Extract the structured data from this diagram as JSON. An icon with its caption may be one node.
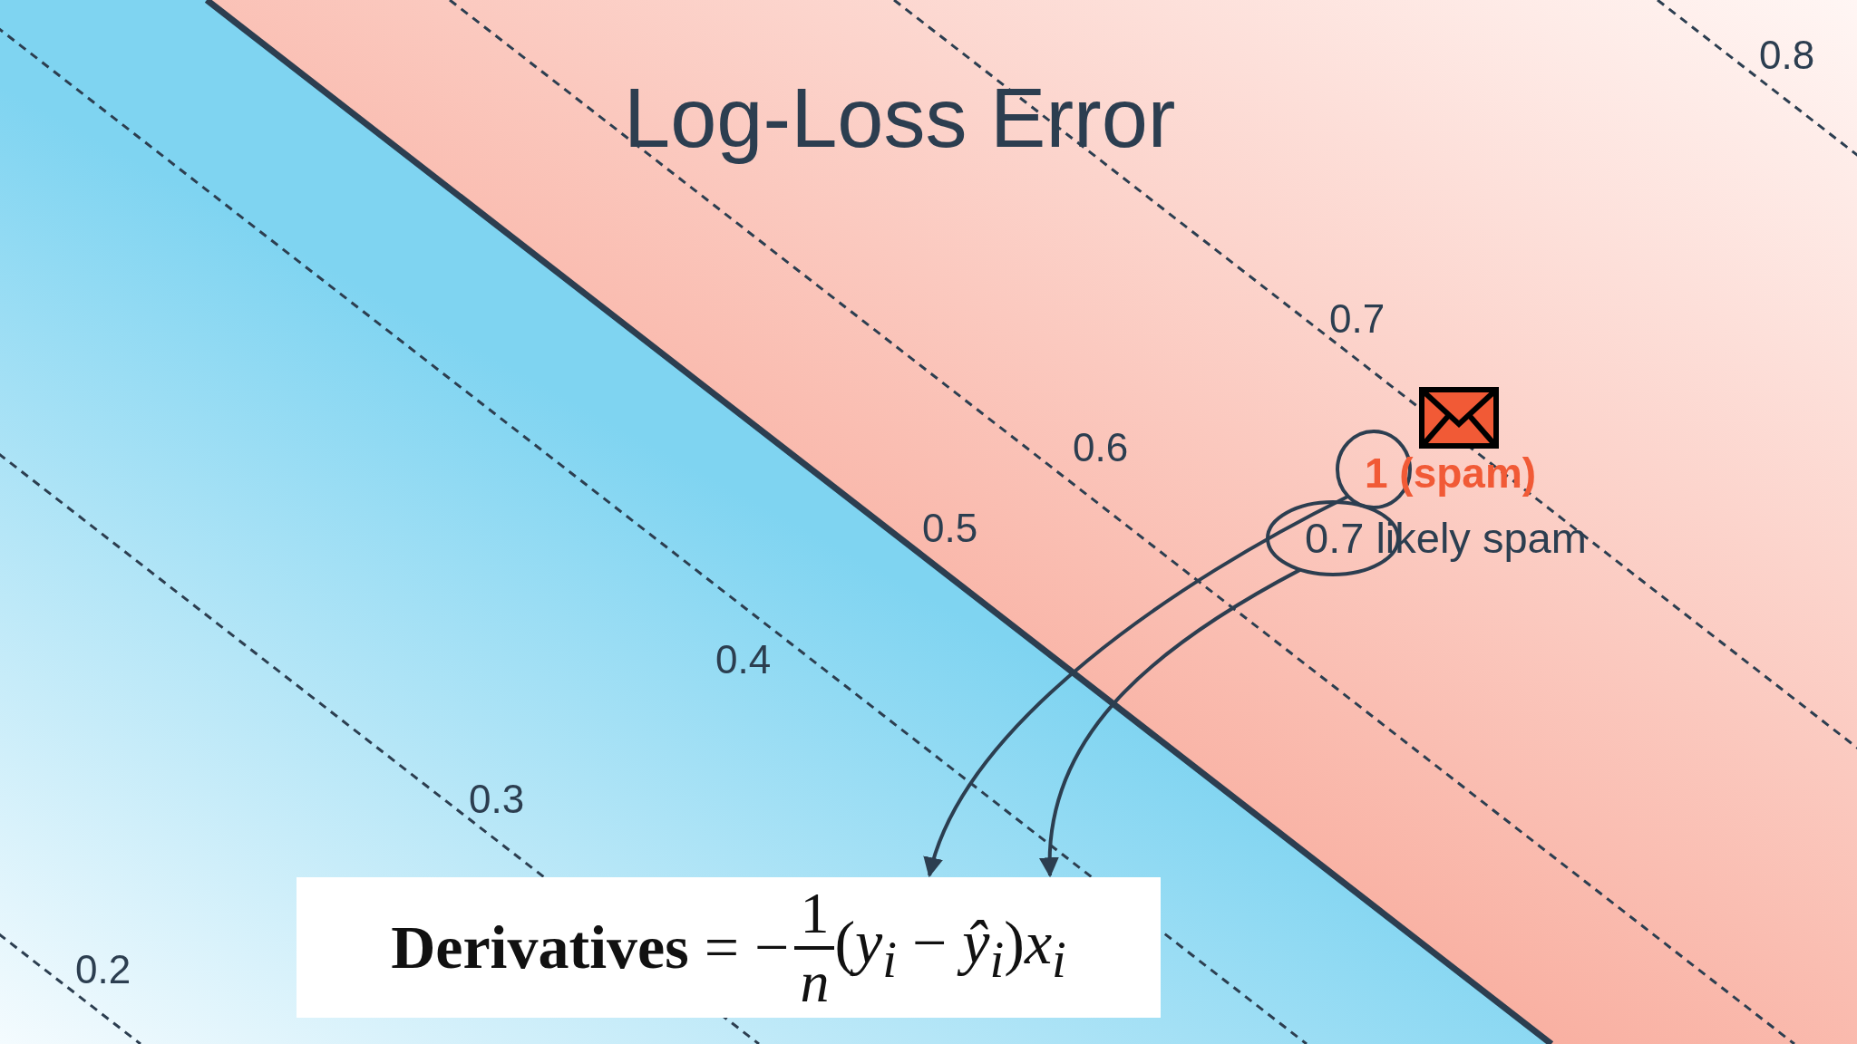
{
  "diagram": {
    "title": "Log-Loss Error",
    "nodes": [
      {
        "text": [
          "1 (spam)"
        ]
      },
      {
        "text": [
          "0.7 likely spam"
        ]
      },
      {
        "text": [
          "**Derivatives** = −",
          "1",
          "n",
          "(*y*$_{i}$ − *ŷ*$_{i}$)*x*$_{i}$"
        ]
      },
      {
        "text": [],
        "shape": "circle"
      },
      {
        "text": [],
        "shape": "circle"
      }
    ],
    "edges": [
      {
        "from": 3,
        "to": 2,
        "arrow": "to"
      },
      {
        "from": 4,
        "to": 2,
        "arrow": "to"
      }
    ],
    "labels": [
      "0.8",
      "0.7",
      "0.6",
      "0.5",
      "0.4",
      "0.3",
      "0.2"
    ]
  }
}
